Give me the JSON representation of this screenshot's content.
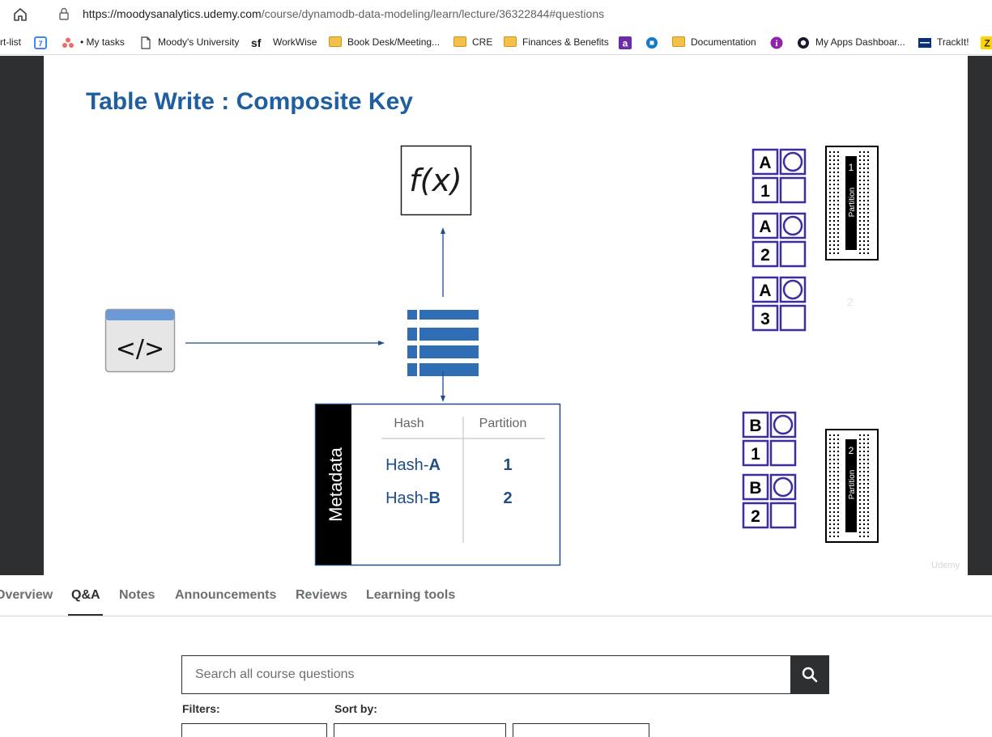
{
  "browser": {
    "url_host": "https://moodysanalytics.udemy.com",
    "url_path": "/course/dynamodb-data-modeling/learn/lecture/36322844#questions",
    "bookmarks": [
      {
        "label": "rt-list",
        "icon": "none"
      },
      {
        "label": "",
        "icon": "calendar-icon"
      },
      {
        "label": "• My tasks",
        "icon": "asana-icon"
      },
      {
        "label": "Moody's University",
        "icon": "page-icon"
      },
      {
        "label": "WorkWise",
        "icon": "sf-icon"
      },
      {
        "label": "Book Desk/Meeting...",
        "icon": "folder-icon"
      },
      {
        "label": "CRE",
        "icon": "folder-icon"
      },
      {
        "label": "Finances & Benefits",
        "icon": "folder-icon"
      },
      {
        "label": "",
        "icon": "a-icon"
      },
      {
        "label": "",
        "icon": "chase-icon"
      },
      {
        "label": "Documentation",
        "icon": "folder-icon"
      },
      {
        "label": "",
        "icon": "info-icon"
      },
      {
        "label": "My Apps Dashboar...",
        "icon": "okta-icon"
      },
      {
        "label": "TrackIt!",
        "icon": "moodys-icon"
      },
      {
        "label": "",
        "icon": "z-icon"
      }
    ]
  },
  "slide": {
    "title": "Table Write : Composite Key",
    "fx_label": "f(x)",
    "code_icon": "</>",
    "metadata": {
      "side_label": "Metadata",
      "col_hash": "Hash",
      "col_partition": "Partition",
      "rows": [
        {
          "hash_prefix": "Hash-",
          "hash_key": "A",
          "partition": "1"
        },
        {
          "hash_prefix": "Hash-",
          "hash_key": "B",
          "partition": "2"
        }
      ]
    },
    "items_p1": [
      {
        "pk": "A",
        "sk": "1"
      },
      {
        "pk": "A",
        "sk": "2"
      },
      {
        "pk": "A",
        "sk": "3"
      }
    ],
    "items_p2": [
      {
        "pk": "B",
        "sk": "1"
      },
      {
        "pk": "B",
        "sk": "2"
      }
    ],
    "partition1": {
      "label": "Partition",
      "number": "1"
    },
    "partition2": {
      "label": "Partition",
      "number": "2"
    },
    "faint_number": "2",
    "watermark": "Udemy"
  },
  "tabs": [
    {
      "label": "Overview",
      "active": false
    },
    {
      "label": "Q&A",
      "active": true
    },
    {
      "label": "Notes",
      "active": false
    },
    {
      "label": "Announcements",
      "active": false
    },
    {
      "label": "Reviews",
      "active": false
    },
    {
      "label": "Learning tools",
      "active": false
    }
  ],
  "search": {
    "placeholder": "Search all course questions",
    "button_icon": "search-icon"
  },
  "filters_label": "Filters:",
  "sort_label": "Sort by:",
  "colors": {
    "slide_title": "#1f5fa0",
    "item_border": "#3b2f9e",
    "table_icon": "#2f6db5",
    "dark": "#2d2f31"
  }
}
